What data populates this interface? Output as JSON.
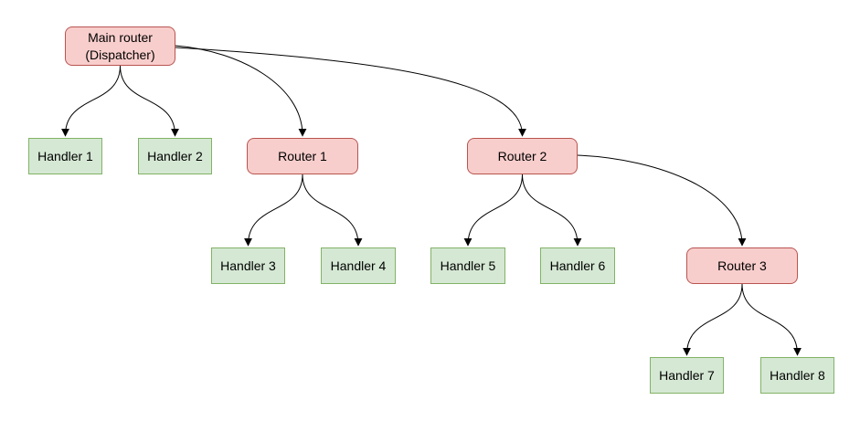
{
  "diagram": {
    "type": "tree-flowchart",
    "nodes": [
      {
        "id": "main-router",
        "label": "Main router\n(Dispatcher)",
        "kind": "router"
      },
      {
        "id": "handler-1",
        "label": "Handler 1",
        "kind": "handler"
      },
      {
        "id": "handler-2",
        "label": "Handler 2",
        "kind": "handler"
      },
      {
        "id": "router-1",
        "label": "Router 1",
        "kind": "router"
      },
      {
        "id": "router-2",
        "label": "Router 2",
        "kind": "router"
      },
      {
        "id": "handler-3",
        "label": "Handler 3",
        "kind": "handler"
      },
      {
        "id": "handler-4",
        "label": "Handler 4",
        "kind": "handler"
      },
      {
        "id": "handler-5",
        "label": "Handler 5",
        "kind": "handler"
      },
      {
        "id": "handler-6",
        "label": "Handler 6",
        "kind": "handler"
      },
      {
        "id": "router-3",
        "label": "Router 3",
        "kind": "router"
      },
      {
        "id": "handler-7",
        "label": "Handler 7",
        "kind": "handler"
      },
      {
        "id": "handler-8",
        "label": "Handler 8",
        "kind": "handler"
      }
    ],
    "edges": [
      {
        "from": "main-router",
        "to": "handler-1"
      },
      {
        "from": "main-router",
        "to": "handler-2"
      },
      {
        "from": "main-router",
        "to": "router-1"
      },
      {
        "from": "main-router",
        "to": "router-2"
      },
      {
        "from": "router-1",
        "to": "handler-3"
      },
      {
        "from": "router-1",
        "to": "handler-4"
      },
      {
        "from": "router-2",
        "to": "handler-5"
      },
      {
        "from": "router-2",
        "to": "handler-6"
      },
      {
        "from": "router-2",
        "to": "router-3"
      },
      {
        "from": "router-3",
        "to": "handler-7"
      },
      {
        "from": "router-3",
        "to": "handler-8"
      }
    ]
  },
  "colors": {
    "canvas-bg": "#ffffff",
    "router-fill": "#f8cecc",
    "router-stroke": "#b85450",
    "handler-fill": "#d5e8d4",
    "handler-stroke": "#82b366",
    "edge-stroke": "#000000",
    "label-color": "#000000"
  }
}
